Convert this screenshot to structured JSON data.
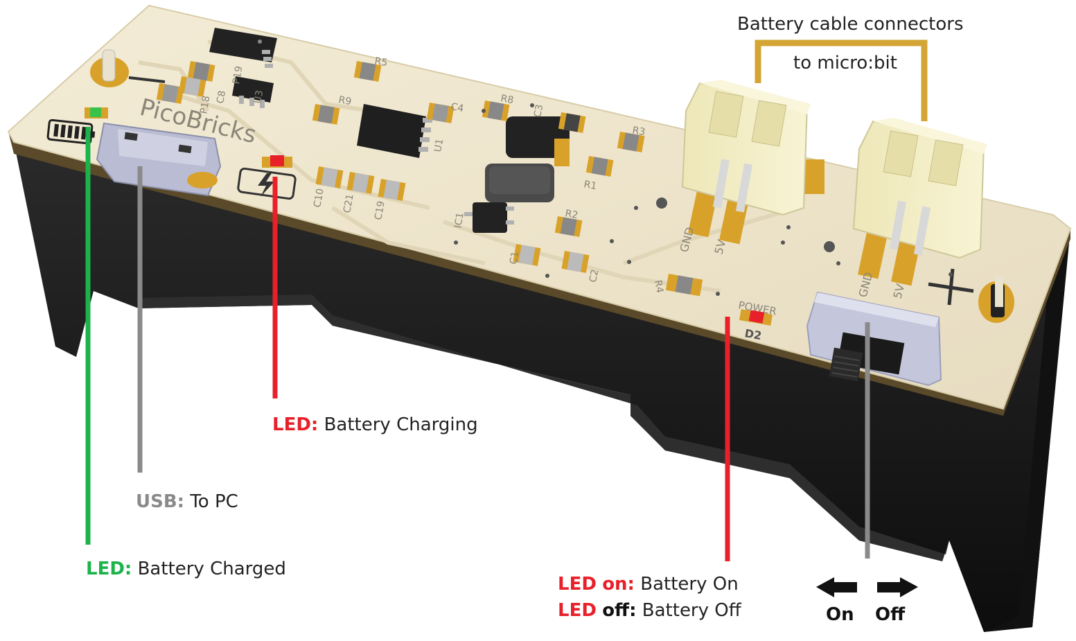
{
  "colors": {
    "green": "#1bb34a",
    "gray": "#8a8a8a",
    "red": "#e8202a",
    "gold": "#d4a534",
    "pcb": "#efe7cf",
    "pcb_edge": "#5a4a2a",
    "case": "#1a1a1a"
  },
  "board": {
    "brand": "PicoBricks",
    "battery_symbol_plus": "+",
    "battery_symbol_minus": "—",
    "silkscreen": {
      "r9": "R9",
      "r8": "R8",
      "r3": "R3",
      "r1": "R1",
      "r2": "R2",
      "r4": "R4",
      "r5": "R5",
      "u1": "U1",
      "u3": "U3",
      "ic1": "IC1",
      "c10": "C10",
      "c21": "C21",
      "c19": "C19",
      "c1": "C1",
      "c2": "C2",
      "c3": "C3",
      "c4": "C4",
      "p18": "P18",
      "p19": "P19",
      "c8": "C8",
      "gnd1": "GND",
      "v5_1": "5V",
      "gnd2": "GND",
      "v5_2": "5V",
      "power": "POWER",
      "d2": "D2"
    }
  },
  "annotations": {
    "connectors_line1": "Battery cable connectors",
    "connectors_line2": "to micro:bit",
    "charging": {
      "key": "LED:",
      "text": "Battery Charging"
    },
    "usb": {
      "key": "USB:",
      "text": "To PC"
    },
    "charged": {
      "key": "LED:",
      "text": "Battery Charged"
    },
    "led_on": {
      "key_a": "LED",
      "key_b": "on:",
      "text": "Battery On"
    },
    "led_off": {
      "key_a": "LED",
      "key_b": "off:",
      "text": "Battery Off"
    },
    "switch_on": "On",
    "switch_off": "Off"
  }
}
